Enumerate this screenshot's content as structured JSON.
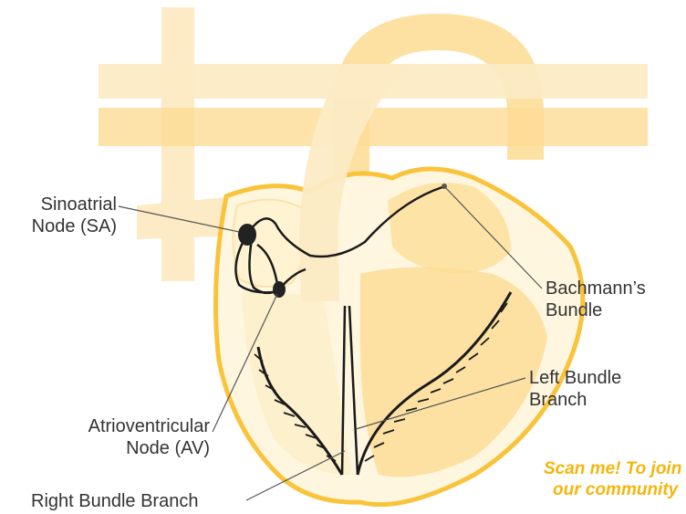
{
  "labels": {
    "sinoatrial": [
      "Sinoatrial",
      "Node (SA)"
    ],
    "bachmann": [
      "Bachmann’s",
      "Bundle"
    ],
    "left_bundle": [
      "Left Bundle",
      "Branch"
    ],
    "atrioventricular": [
      "Atrioventricular",
      "Node (AV)"
    ],
    "right_bundle": "Right Bundle Branch"
  },
  "promo": {
    "line1": "Scan me! To join",
    "line2": "our community"
  },
  "colors": {
    "vessel_light": "#fcebc4",
    "vessel_mid": "#fddc93",
    "heart_outline": "#f9c33a",
    "chamber": "#fdda8e",
    "conduction": "#1a1a1a",
    "leader_line": "#555555",
    "promo_text": "#f5b50c"
  }
}
